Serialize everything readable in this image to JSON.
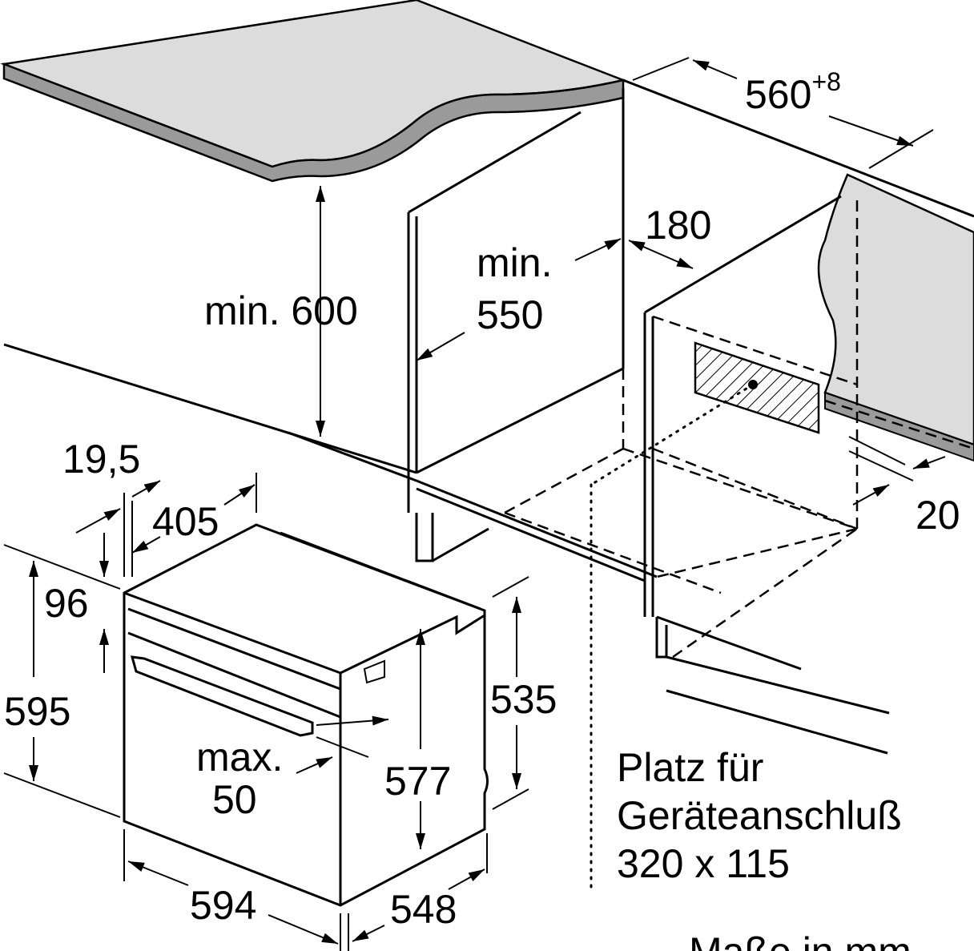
{
  "title": "Einbaumaße Backofen",
  "dimensions": {
    "niche_width": "560",
    "niche_width_tolerance": "+8",
    "top_gap": "180",
    "min_depth_label": "min.",
    "min_depth_value": "550",
    "min_height": "min. 600",
    "panel_thickness": "19,5",
    "door_depth": "405",
    "control_panel_height": "96",
    "total_height": "595",
    "body_height": "535",
    "handle_label": "max.",
    "handle_value": "50",
    "body_height_front": "577",
    "width": "594",
    "depth": "548",
    "rear_gap": "20"
  },
  "connection_note": {
    "line1": "Platz für",
    "line2": "Geräteanschluß",
    "line3": "320 x 115"
  },
  "units_note": "Maße in mm",
  "colors": {
    "countertop": "#dcdcdc",
    "edge": "#9a9a9a"
  }
}
